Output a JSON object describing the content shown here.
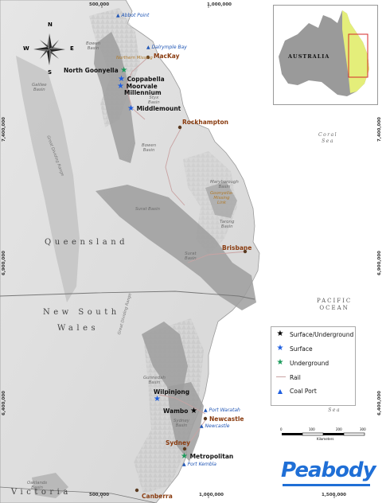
{
  "mines": [
    {
      "name": "North Goonyella",
      "type": "underground"
    },
    {
      "name": "Coppabella",
      "type": "surface"
    },
    {
      "name": "Moorvale",
      "type": "surface"
    },
    {
      "name": "Millennium",
      "type": "surface"
    },
    {
      "name": "Middlemount",
      "type": "surface"
    },
    {
      "name": "Wilpinjong",
      "type": "surface"
    },
    {
      "name": "Wambo",
      "type": "surface-underground"
    },
    {
      "name": "Metropolitan",
      "type": "underground"
    }
  ],
  "cities": [
    "MacKay",
    "Rockhampton",
    "Brisbane",
    "Newcastle",
    "Sydney",
    "Canberra"
  ],
  "ports": [
    "Abbot Point",
    "Dalrymple Bay",
    "Port Waratah",
    "Newcastle",
    "Port Kembla"
  ],
  "basins": [
    "Bowen\nBasin",
    "Galilee\nBasin",
    "Styx\nBasin",
    "Bowen\nBasin",
    "Maryborough\nBasin",
    "Tarong\nBasin",
    "Surat Basin",
    "Surat\nBasin",
    "Gunnedah\nBasin",
    "Sydney\nBasin",
    "Oaklands\nBasin"
  ],
  "links": [
    "Northern Missing",
    "Goonyella-\nMissing\nLink"
  ],
  "ranges": [
    "Great Dividing Range",
    "Great Dividing Range"
  ],
  "states": [
    "Queensland",
    "New South",
    "Wales",
    "Victoria"
  ],
  "oceans": [
    "PACIFIC\nOCEAN",
    "Coral\nSea",
    "Tasman\nSea"
  ],
  "coordinates": {
    "top": [
      "500,000",
      "1,000,000"
    ],
    "bottom": [
      "500,000",
      "1,000,000",
      "1,500,000"
    ],
    "left": [
      "7,400,000",
      "6,900,000",
      "6,400,000"
    ],
    "right": [
      "7,400,000",
      "6,900,000",
      "6,400,000"
    ]
  },
  "compass": {
    "n": "N",
    "s": "S",
    "e": "E",
    "w": "W"
  },
  "inset": {
    "label": "AUSTRALIA"
  },
  "legend": {
    "items": [
      {
        "label": "Surface/Underground",
        "symbol": "★",
        "color": "#000000"
      },
      {
        "label": "Surface",
        "symbol": "★",
        "color": "#1f5fe0"
      },
      {
        "label": "Underground",
        "symbol": "★",
        "color": "#1a9a5a"
      },
      {
        "label": "Rail",
        "symbol": "line",
        "color": "#c9a3a3"
      },
      {
        "label": "Coal Port",
        "symbol": "▲",
        "color": "#1f5fe0"
      }
    ]
  },
  "scale": {
    "ticks": [
      "0",
      "100",
      "200",
      "300"
    ],
    "unit": "Kilometers"
  },
  "logo": {
    "text": "Peabody"
  },
  "colors": {
    "surface": "#1f5fe0",
    "underground": "#1a9a5a",
    "city": "#8a3c10",
    "port": "#1f55b5",
    "basin": "#9a9a9a",
    "land": "#dedede",
    "sea": "#ffffff",
    "logo": "#1f6fd6"
  }
}
